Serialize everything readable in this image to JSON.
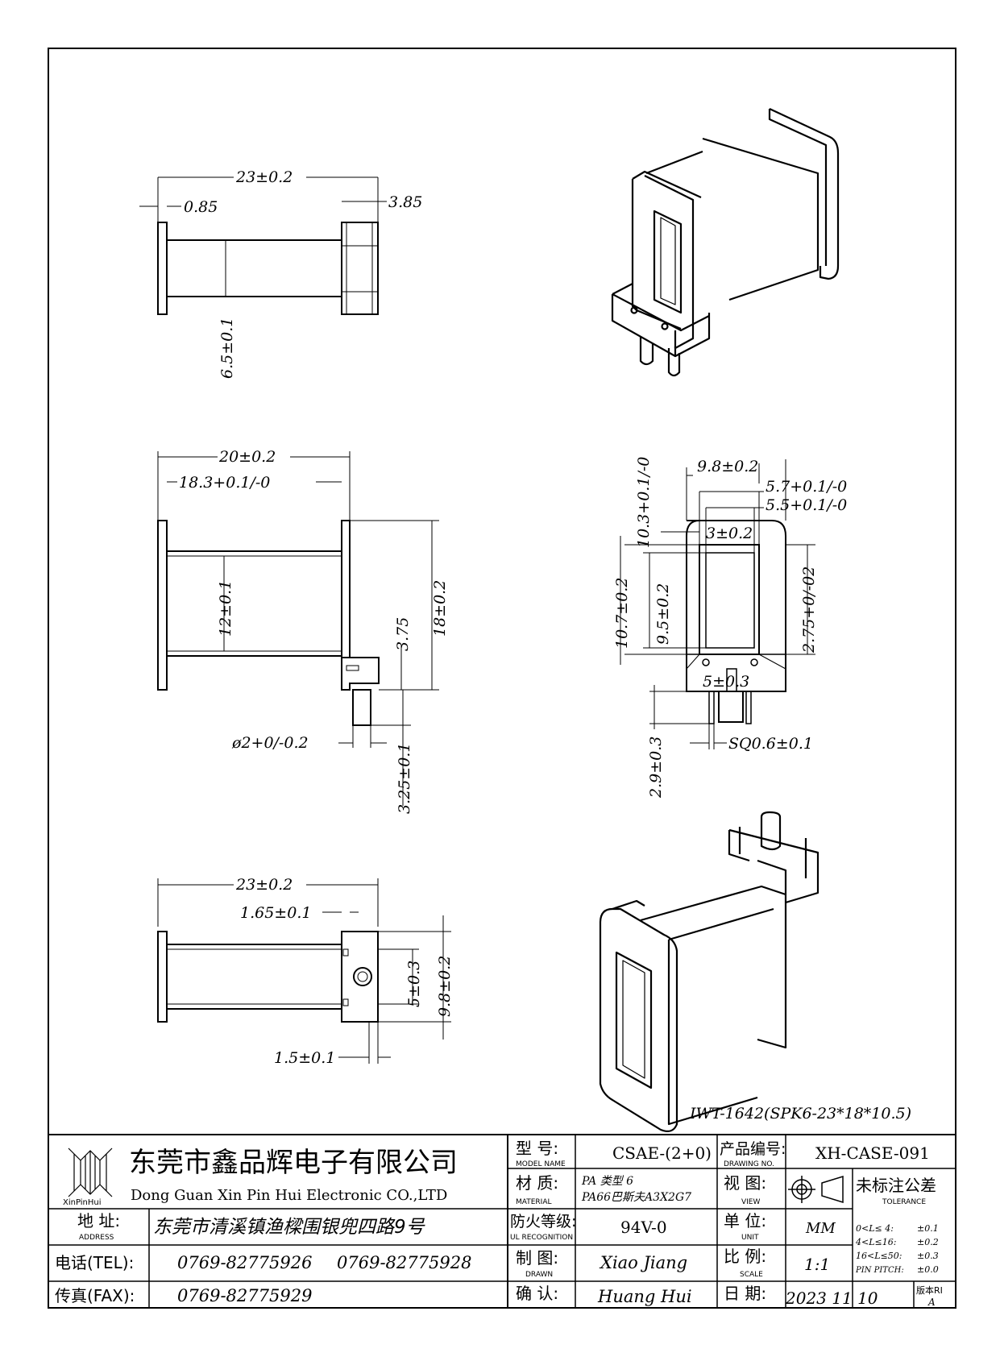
{
  "drawing": {
    "top_view": {
      "dims": [
        "23±0.2",
        "0.85",
        "3.85",
        "6.5±0.1"
      ]
    },
    "side_view": {
      "dims": [
        "20±0.2",
        "18.3+0.1/-0",
        "12±0.1",
        "3.75",
        "18±0.2",
        "ø2+0/-0.2",
        "3.25±0.1"
      ]
    },
    "bottom_view": {
      "dims": [
        "23±0.2",
        "1.65±0.1",
        "5±0.3",
        "9.8±0.2",
        "1.5±0.1"
      ]
    },
    "end_view": {
      "dims": [
        "10.3+0.1/-0",
        "9.8±0.2",
        "5.7+0.1/-0",
        "5.5+0.1/-0",
        "3±0.2",
        "10.7±0.2",
        "9.5±0.2",
        "2.75+0/-02",
        "5±0.3",
        "SQ0.6±0.1",
        "2.9±0.3"
      ]
    },
    "part_title": "IWT-1642(SPK6-23*18*10.5)"
  },
  "title_block": {
    "company_cn": "东莞市鑫品辉电子有限公司",
    "company_en": "Dong Guan Xin Pin Hui Electronic CO.,LTD",
    "logo_text": "XinPinHui",
    "address_label": "地  址:",
    "address_label_en": "ADDRESS",
    "address_value": "东莞市清溪镇渔樑围银兜四路9号",
    "tel_label": "电话(TEL):",
    "tel_value_1": "0769-82775926",
    "tel_value_2": "0769-82775928",
    "fax_label": "传真(FAX):",
    "fax_value": "0769-82775929",
    "model_label": "型  号:",
    "model_label_en": "MODEL NAME",
    "model_value": "CSAE-(2+0)",
    "material_label": "材  质:",
    "material_label_en": "MATERIAL",
    "material_value_1": "PA 类型 6",
    "material_value_2": "PA66巴斯夫A3X2G7",
    "fire_label": "防火等级:",
    "fire_label_en": "UL RECOGNITION",
    "fire_value": "94V-0",
    "drawn_label": "制  图:",
    "drawn_label_en": "DRAWN",
    "drawn_value": "Xiao Jiang",
    "confirm_label": "确  认:",
    "confirm_value": "Huang Hui",
    "drawing_no_label": "产品编号:",
    "drawing_no_label_en": "DRAWING NO.",
    "drawing_no_value": "XH-CASE-091",
    "view_label": "视  图:",
    "view_label_en": "VIEW",
    "unit_label": "单  位:",
    "unit_label_en": "UNIT",
    "unit_value": "MM",
    "scale_label": "比  例:",
    "scale_label_en": "SCALE",
    "scale_value": "1:1",
    "date_label": "日  期:",
    "date_value": "2023 11 10",
    "tolerance_label": "未标注公差",
    "tolerance_label_en": "TOLERANCE",
    "tolerance_rows": [
      {
        "range": "0<L≤ 4:",
        "value": "±0.1"
      },
      {
        "range": "4<L≤16:",
        "value": "±0.2"
      },
      {
        "range": "16<L≤50:",
        "value": "±0.3"
      },
      {
        "range": "PIN PITCH:",
        "value": "±0.0"
      }
    ],
    "version_label": "版本RI",
    "version_value": "A"
  }
}
